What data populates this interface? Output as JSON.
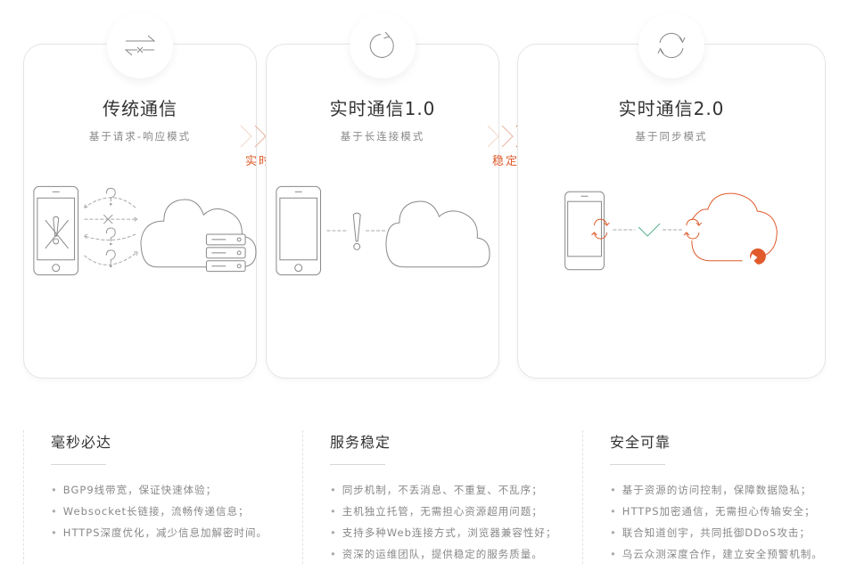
{
  "colors": {
    "accent": "#e05a2b",
    "check": "#4caf82",
    "title": "#333333",
    "subtitle": "#888888",
    "line": "#999999"
  },
  "stages": [
    {
      "title": "传统通信",
      "subtitle": "基于请求-响应模式",
      "badge_icon": "exchange-arrows-crossed-icon",
      "illustration": "phone-error-cloud-server"
    },
    {
      "title": "实时通信1.0",
      "subtitle": "基于长连接模式",
      "badge_icon": "refresh-single-icon",
      "illustration": "phone-alert-cloud"
    },
    {
      "title": "实时通信2.0",
      "subtitle": "基于同步模式",
      "badge_icon": "sync-icon",
      "illustration": "phone-sync-check-cloud"
    }
  ],
  "connectors": [
    {
      "label": "实时"
    },
    {
      "label": "稳定"
    }
  ],
  "features": [
    {
      "title": "毫秒必达",
      "items": [
        "BGP9线带宽，保证快速体验；",
        "Websocket长链接，流畅传递信息；",
        "HTTPS深度优化，减少信息加解密时间。"
      ]
    },
    {
      "title": "服务稳定",
      "items": [
        "同步机制，不丢消息、不重复、不乱序；",
        "主机独立托管，无需担心资源超用问题；",
        "支持多种Web连接方式，浏览器兼容性好；",
        "资深的运维团队，提供稳定的服务质量。"
      ]
    },
    {
      "title": "安全可靠",
      "items": [
        "基于资源的访问控制，保障数据隐私；",
        "HTTPS加密通信，无需担心传输安全；",
        "联合知道创宇，共同抵御DDoS攻击；",
        "乌云众测深度合作，建立安全预警机制。"
      ]
    }
  ]
}
